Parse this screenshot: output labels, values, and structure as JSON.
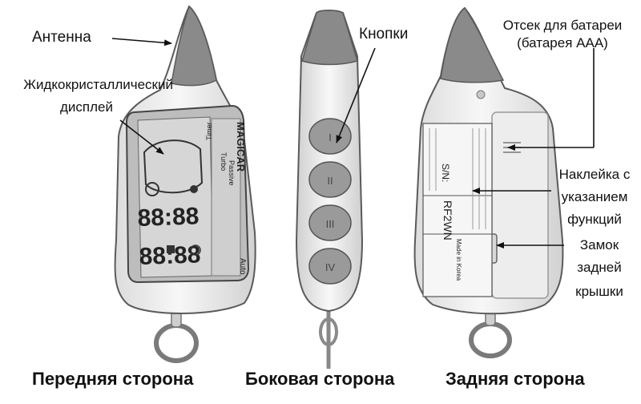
{
  "labels": {
    "antenna": "Антенна",
    "lcd_line1": "Жидкокристаллический",
    "lcd_line2": "дисплей",
    "buttons": "Кнопки",
    "battery_line1": "Отсек для батареи",
    "battery_line2": "(батарея AAA)",
    "sticker_line1": "Наклейка с",
    "sticker_line2": "указанием",
    "sticker_line3": "функций",
    "lock_line1": "Замок",
    "lock_line2": "задней",
    "lock_line3": "крышки"
  },
  "captions": {
    "front": "Передняя сторона",
    "side": "Боковая сторона",
    "back": "Задняя сторона"
  },
  "device": {
    "brand": "MAGICAR",
    "tab_timer": "Timer",
    "tab_turbo": "Turbo",
    "tab_passive": "Passive",
    "mode_auto": "Auto",
    "model": "RF2WN",
    "serial_label": "S/N:",
    "made_in": "Made in Korea",
    "side_buttons": [
      "I",
      "II",
      "III",
      "IV"
    ]
  },
  "colors": {
    "tip": "#8a8a8a",
    "body": "#f2f2f2",
    "outline": "#5a5a5a",
    "screen": "#d6d6d6",
    "arrow": "#111111"
  }
}
